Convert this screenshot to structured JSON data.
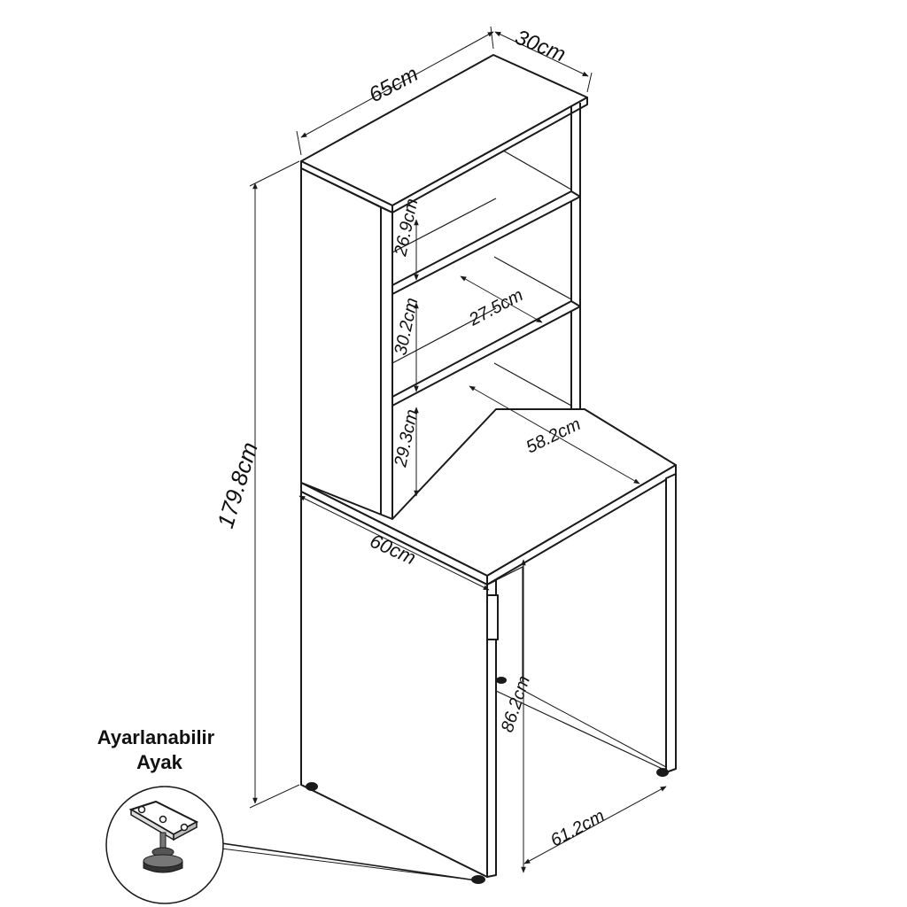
{
  "dimensions": {
    "top_width": "65cm",
    "top_depth": "30cm",
    "total_height": "179.8cm",
    "shelf_gap_1": "26.9cm",
    "shelf_gap_2": "30.2cm",
    "shelf_gap_3": "29.3cm",
    "shelf_depth": "27.5cm",
    "desk_depth": "58.2cm",
    "desk_width": "60cm",
    "cabinet_height": "86.2cm",
    "cabinet_depth": "61.2cm"
  },
  "callout": {
    "line1": "Ayarlanabilir",
    "line2": "Ayak"
  }
}
